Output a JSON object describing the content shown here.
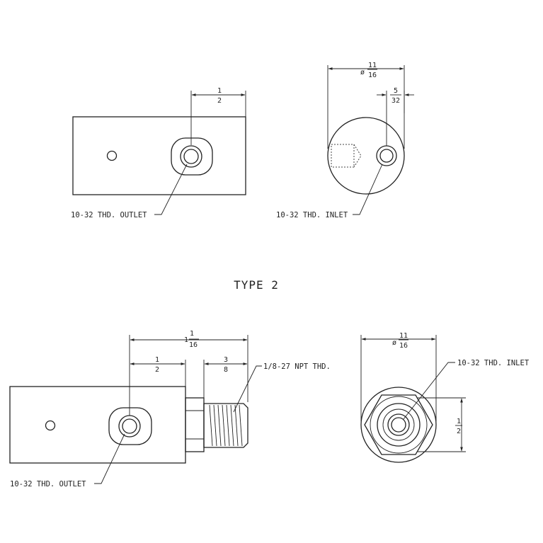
{
  "type1": {
    "side": {
      "dim_half": {
        "num": "1",
        "den": "2"
      },
      "outlet_label": "10-32 THD. OUTLET"
    },
    "end": {
      "dia": {
        "prefix": "ø",
        "num": "11",
        "den": "16"
      },
      "offset": {
        "num": "5",
        "den": "32"
      },
      "inlet_label": "10-32 THD. INLET"
    }
  },
  "section_title": "TYPE 2",
  "type2": {
    "side": {
      "overall": {
        "whole": "1",
        "num": "1",
        "den": "16"
      },
      "dim_half": {
        "num": "1",
        "den": "2"
      },
      "dim_thread": {
        "num": "3",
        "den": "8"
      },
      "npt_label": "1/8-27 NPT THD.",
      "outlet_label": "10-32 THD. OUTLET"
    },
    "end": {
      "dia": {
        "prefix": "ø",
        "num": "11",
        "den": "16"
      },
      "inlet_label": "10-32 THD. INLET",
      "hex": {
        "num": "1",
        "den": "2"
      }
    }
  }
}
